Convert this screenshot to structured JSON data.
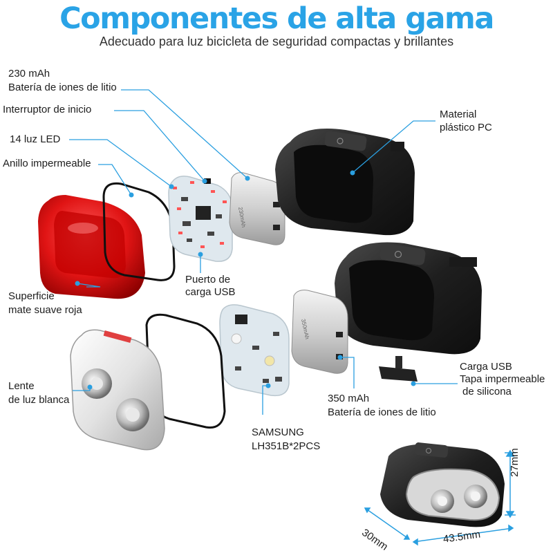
{
  "header": {
    "title": "Componentes de alta gama",
    "subtitle": "Adecuado para luz bicicleta de seguridad compactas y brillantes"
  },
  "colors": {
    "accent": "#2aa3e6",
    "callout_line": "#2a9fe0",
    "red_lens": "#e01414",
    "housing": "#262626"
  },
  "labels": {
    "battery_230": "230 mAh",
    "battery_230_desc": "Batería de iones de litio",
    "start_switch": "Interruptor de inicio",
    "led_count": "14 luz LED",
    "waterproof_ring": "Anillo impermeable",
    "pc_material_1": "Material",
    "pc_material_2": "plástico PC",
    "usb_port_1": "Puerto de",
    "usb_port_2": "carga USB",
    "red_surface_1": "Superficie",
    "red_surface_2": "mate suave roja",
    "white_lens_1": "Lente",
    "white_lens_2": "de luz blanca",
    "usb_cap_1": "Carga USB",
    "usb_cap_2": "Tapa impermeable",
    "usb_cap_3": "de silicona",
    "battery_350": "350 mAh",
    "battery_350_desc": "Batería de iones de litio",
    "samsung_1": "SAMSUNG",
    "samsung_2": "LH351B*2PCS"
  },
  "battery_prints": {
    "top": "230mAh",
    "bottom": "350mAh"
  },
  "dimensions": {
    "height": "27mm",
    "depth": "30mm",
    "width": "43.5mm"
  }
}
